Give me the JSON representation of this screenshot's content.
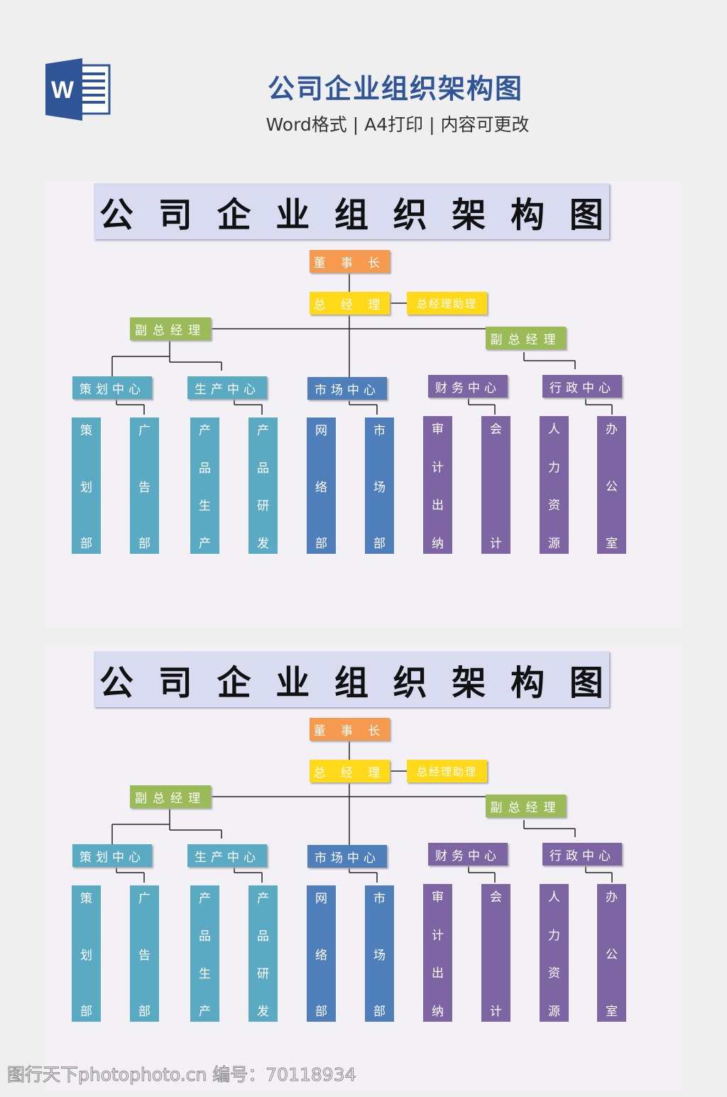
{
  "header": {
    "title": "公司企业组织架构图",
    "subtitle": "Word格式 | A4打印 | 内容可更改",
    "logo_letter": "W"
  },
  "chart": {
    "banner": [
      "公",
      "司",
      "企",
      "业",
      "组",
      "织",
      "架",
      "构",
      "图"
    ],
    "chairman": "董 事 长",
    "gm": "总 经 理",
    "gm_assistant": "总经理助理",
    "vp_left": "副总经理",
    "vp_right": "副总经理",
    "centers": [
      "策划中心",
      "生产中心",
      "市场中心",
      "财务中心",
      "行政中心"
    ],
    "departments": [
      [
        "策",
        "划",
        "部"
      ],
      [
        "广",
        "告",
        "部"
      ],
      [
        "产",
        "品",
        "生",
        "产"
      ],
      [
        "产",
        "品",
        "研",
        "发"
      ],
      [
        "网",
        "络",
        "部"
      ],
      [
        "市",
        "场",
        "部"
      ],
      [
        "审",
        "计",
        "出",
        "纳"
      ],
      [
        "会",
        "计"
      ],
      [
        "人",
        "力",
        "资",
        "源"
      ],
      [
        "办",
        "公",
        "室"
      ]
    ]
  },
  "colors": {
    "chairman": "#f59a4e",
    "gm": "#ffd91a",
    "vp": "#9bbb59",
    "teal": "#5aaac4",
    "blue": "#4f7fba",
    "purple": "#7d64a3",
    "title": "#2f5597"
  },
  "watermark": "图行天下photophoto.cn 编号：70118934"
}
